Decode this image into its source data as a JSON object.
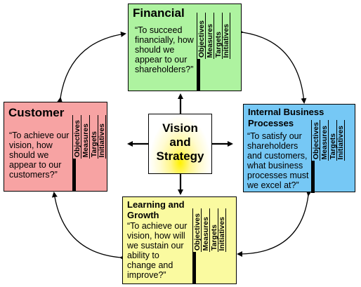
{
  "center": {
    "line1": "Vision",
    "line2": "and",
    "line3": "Strategy"
  },
  "columns": [
    "Objectives",
    "Measures",
    "Targets",
    "Initiatives"
  ],
  "financial": {
    "title": "Financial",
    "quote_lines": [
      "“To succeed",
      "financially, how",
      "should we",
      "appear to our",
      "shareholders?”"
    ],
    "color": "#aef3a0"
  },
  "customer": {
    "title": "Customer",
    "quote_lines": [
      "“To achieve our",
      "vision, how",
      "should we",
      "appear to our",
      "customers?”"
    ],
    "color": "#f7a3a3"
  },
  "internal": {
    "title_lines": [
      "Internal Business",
      "Processes"
    ],
    "quote_lines": [
      "“To satisfy our",
      "shareholders",
      "and customers,",
      "what business",
      "processes must",
      "we excel at?”"
    ],
    "color": "#76c8f5"
  },
  "learning": {
    "title_lines": [
      "Learning and",
      "Growth"
    ],
    "quote_lines": [
      "“To achieve our",
      "vision, how will",
      "we sustain our",
      "ability to",
      "change and",
      "improve?”"
    ],
    "color": "#fafaa0"
  }
}
